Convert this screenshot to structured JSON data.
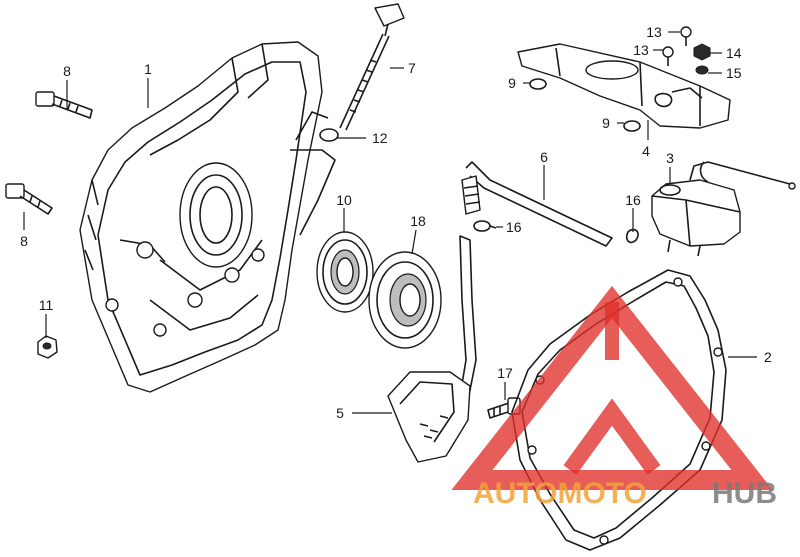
{
  "diagram": {
    "callouts": [
      {
        "id": "1",
        "label": "1"
      },
      {
        "id": "2",
        "label": "2"
      },
      {
        "id": "3",
        "label": "3"
      },
      {
        "id": "4",
        "label": "4"
      },
      {
        "id": "5",
        "label": "5"
      },
      {
        "id": "6",
        "label": "6"
      },
      {
        "id": "7",
        "label": "7"
      },
      {
        "id": "8a",
        "label": "8"
      },
      {
        "id": "8b",
        "label": "8"
      },
      {
        "id": "9a",
        "label": "9"
      },
      {
        "id": "9b",
        "label": "9"
      },
      {
        "id": "10",
        "label": "10"
      },
      {
        "id": "11",
        "label": "11"
      },
      {
        "id": "12",
        "label": "12"
      },
      {
        "id": "13a",
        "label": "13"
      },
      {
        "id": "13b",
        "label": "13"
      },
      {
        "id": "14",
        "label": "14"
      },
      {
        "id": "15",
        "label": "15"
      },
      {
        "id": "16a",
        "label": "16"
      },
      {
        "id": "16b",
        "label": "16"
      },
      {
        "id": "17",
        "label": "17"
      },
      {
        "id": "18",
        "label": "18"
      }
    ]
  },
  "watermark": {
    "word_left": "AUTOMOTO",
    "word_right": "HUB",
    "colors": {
      "red": "#e0302a",
      "orange": "#f2a33a",
      "gray": "#7a7a7a"
    }
  }
}
